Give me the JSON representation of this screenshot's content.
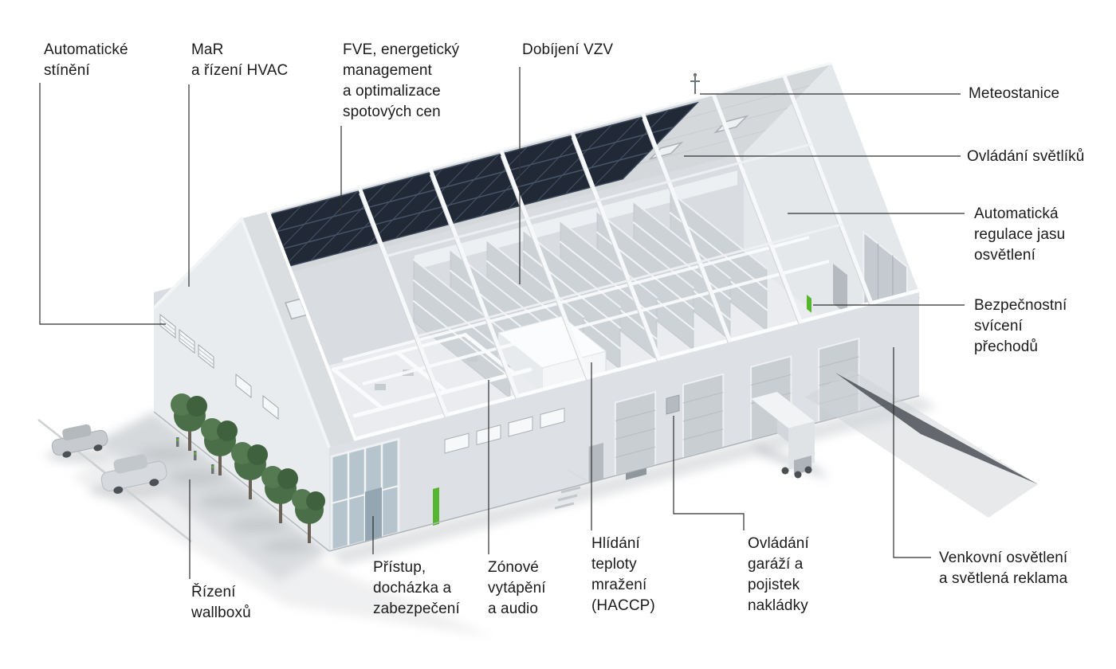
{
  "diagram_title": "Smart industrial building features diagram",
  "colors": {
    "accent_green": "#56b52e",
    "leader_line": "#2f2f2f",
    "text": "#1b1b1b",
    "solar_panel": "#222936",
    "background": "#ffffff"
  },
  "labels": {
    "automaticke_stineni": {
      "text": "Automatické\nstínění"
    },
    "mar_hvac": {
      "text": "MaR\na řízení HVAC"
    },
    "fve": {
      "text": "FVE, energetický\nmanagement\na optimalizace\nspotových cen"
    },
    "dobijeni_vzv": {
      "text": "Dobíjení VZV"
    },
    "meteostanice": {
      "text": "Meteostanice"
    },
    "ovladani_svetliku": {
      "text": "Ovládání světlíků"
    },
    "automaticka_regulace": {
      "text": "Automatická\nregulace jasu\nosvětlení"
    },
    "bezpecnostni_sviceni": {
      "text": "Bezpečnostní\nsvícení\npřechodů"
    },
    "venkovni_osvetleni": {
      "text": "Venkovní osvětlení\na světlená reklama"
    },
    "rizeni_wallboxu": {
      "text": "Řízení\nwallboxů"
    },
    "pristup": {
      "text": "Přístup,\ndocházka a\nzabezpečení"
    },
    "zonove_vytapeni": {
      "text": "Zónové\nvytápění\na audio"
    },
    "hlidani_teploty": {
      "text": "Hlídání\nteploty\nmražení\n(HACCP)"
    },
    "ovladani_garazi": {
      "text": "Ovládání\ngaráží a\npojistek\nnakládky"
    }
  }
}
